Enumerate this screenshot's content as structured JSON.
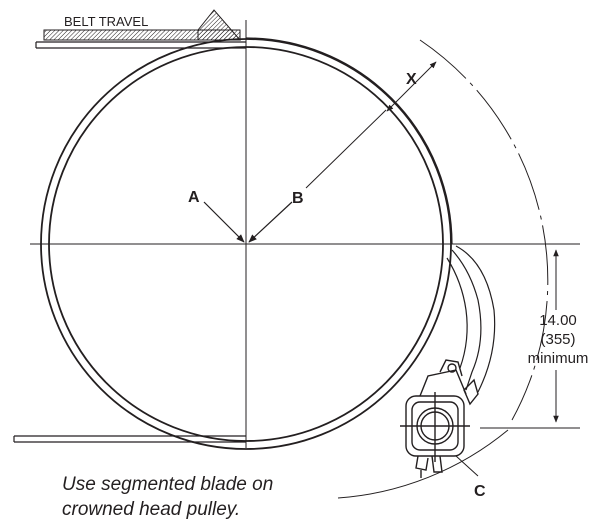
{
  "labels": {
    "belt_travel": "BELT TRAVEL",
    "a": "A",
    "b": "B",
    "x": "X",
    "c": "C"
  },
  "dimension": {
    "value": "14.00",
    "metric": "(355)",
    "qualifier": "minimum"
  },
  "note": {
    "line1": "Use segmented blade on",
    "line2": "crowned head pulley."
  },
  "colors": {
    "ink": "#231f20",
    "background": "#ffffff"
  }
}
